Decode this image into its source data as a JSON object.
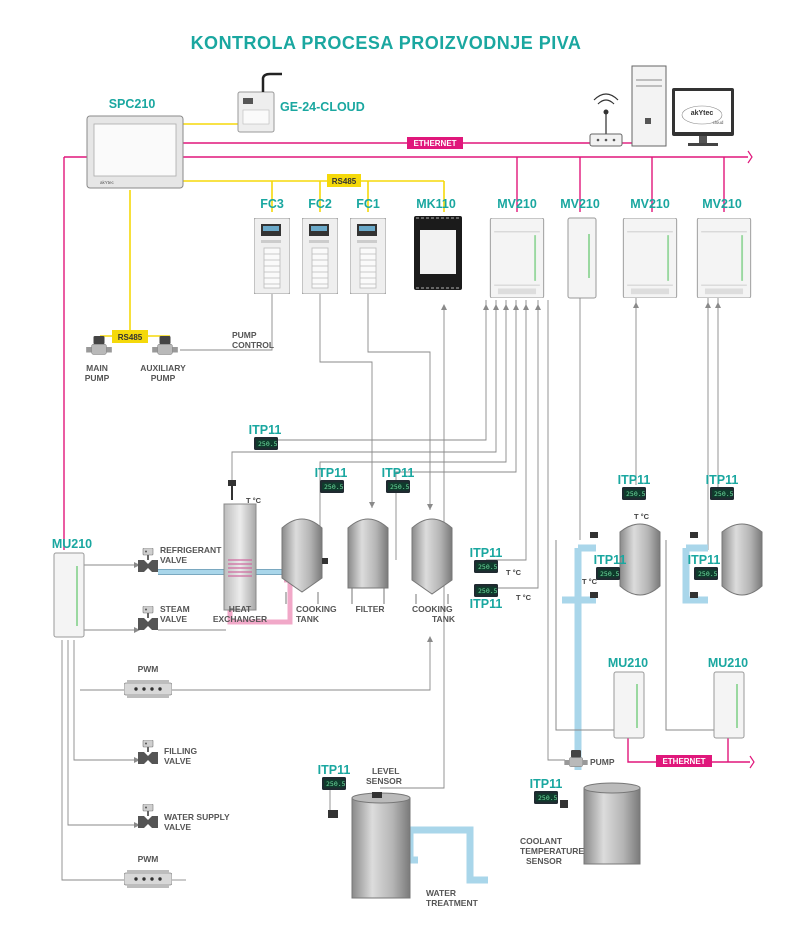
{
  "title": "KONTROLA PROCESA PROIZVODNJE PIVA",
  "colors": {
    "accent": "#1aa7a0",
    "ethernet": "#e0177b",
    "rs485": "#f5d90a",
    "pipe_blue": "#a9d6ea",
    "pipe_pink": "#f1a8c8",
    "line": "#888888"
  },
  "devices": {
    "spc": "SPC210",
    "gateway": "GE-24-CLOUD",
    "fc3": "FC3",
    "fc2": "FC2",
    "fc1": "FC1",
    "mk110": "MK110",
    "mv210_1": "MV210",
    "mv210_2": "MV210",
    "mv210_3": "MV210",
    "mv210_4": "MV210",
    "mu210_left": "MU210",
    "mu210_r1": "MU210",
    "mu210_r2": "MU210",
    "itp11": "ITP11"
  },
  "tags": {
    "ethernet": "ETHERNET",
    "rs485": "RS485"
  },
  "labels": {
    "pump_control_1": "PUMP",
    "pump_control_2": "CONTROL",
    "main_pump_1": "MAIN",
    "main_pump_2": "PUMP",
    "aux_pump_1": "AUXILIARY",
    "aux_pump_2": "PUMP",
    "refrig_1": "REFRIGERANT",
    "refrig_2": "VALVE",
    "steam_1": "STEAM",
    "steam_2": "VALVE",
    "heat_1": "HEAT",
    "heat_2": "EXCHANGER",
    "cook1_1": "COOKING",
    "cook1_2": "TANK",
    "filter": "FILTER",
    "cook2_1": "COOKING",
    "cook2_2": "TANK",
    "pwm": "PWM",
    "filling_1": "FILLING",
    "filling_2": "VALVE",
    "water_supply_1": "WATER SUPPLY",
    "water_supply_2": "VALVE",
    "level_1": "LEVEL",
    "level_2": "SENSOR",
    "water_treat_1": "WATER",
    "water_treat_2": "TREATMENT",
    "pump": "PUMP",
    "coolant_1": "COOLANT",
    "coolant_2": "TEMPERATURE",
    "coolant_3": "SENSOR",
    "tc": "T °C"
  },
  "lcd_value": "250.5",
  "brand": "akYtec",
  "brand_sub": "cloud",
  "icons": [
    "router-icon",
    "pc-tower-icon",
    "monitor-icon",
    "pump-icon",
    "valve-icon",
    "tank-icon",
    "temperature-sensor-icon"
  ]
}
